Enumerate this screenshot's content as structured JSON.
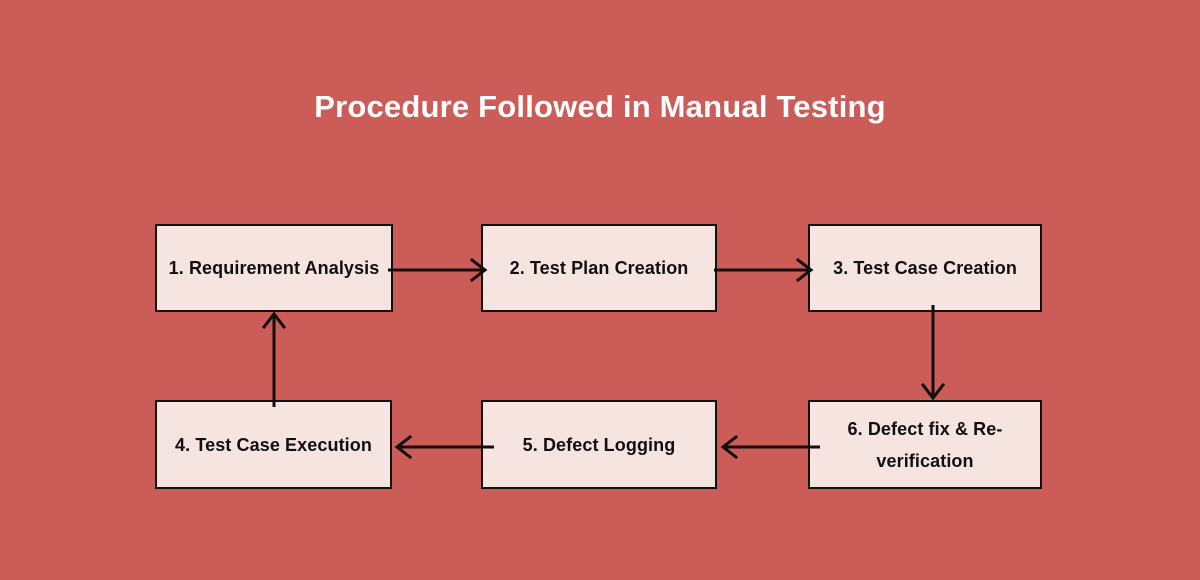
{
  "diagram": {
    "title": "Procedure Followed in Manual Testing",
    "type": "flowchart",
    "background_color": "#cc5c57",
    "node_fill_color": "#f6e4e1",
    "node_border_color": "#12100e",
    "title_color": "#ffffff",
    "nodes": [
      {
        "id": "1",
        "label": "1. Requirement Analysis"
      },
      {
        "id": "2",
        "label": "2. Test Plan Creation"
      },
      {
        "id": "3",
        "label": "3. Test Case Creation"
      },
      {
        "id": "4",
        "label": "4. Test Case Execution"
      },
      {
        "id": "5",
        "label": "5. Defect Logging"
      },
      {
        "id": "6",
        "label": "6. Defect fix & Re-verification"
      }
    ],
    "edges": [
      {
        "from": "1",
        "to": "2",
        "direction": "right"
      },
      {
        "from": "2",
        "to": "3",
        "direction": "right"
      },
      {
        "from": "3",
        "to": "6",
        "direction": "down"
      },
      {
        "from": "6",
        "to": "5",
        "direction": "left"
      },
      {
        "from": "5",
        "to": "4",
        "direction": "left"
      },
      {
        "from": "4",
        "to": "1",
        "direction": "up"
      }
    ]
  }
}
